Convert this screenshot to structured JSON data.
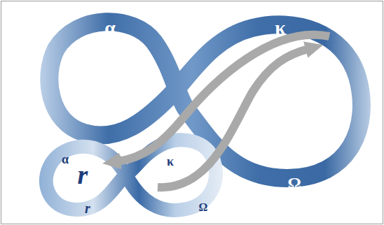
{
  "diagram": {
    "labels": [
      "α",
      "κ",
      "α",
      "κ",
      "r",
      "Ω",
      "r",
      "Ω"
    ]
  }
}
